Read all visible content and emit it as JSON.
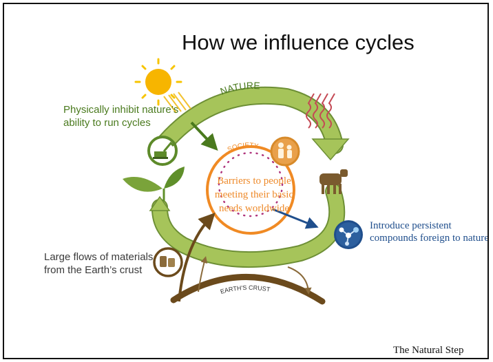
{
  "slide": {
    "title": "How we influence cycles",
    "credit": "The Natural Step"
  },
  "labels": {
    "nature": "NATURE",
    "society": "SOCIETY",
    "earths_crust": "EARTH'S CRUST"
  },
  "callouts": {
    "physically_inhibit": "Physically inhibit nature’s ability to run cycles",
    "large_flows": "Large flows of materials from the Earth’s crust",
    "persistent_compounds": "Introduce persistent compounds foreign to nature"
  },
  "center": {
    "text": "Barriers to people meeting their basic needs worldwide"
  },
  "colors": {
    "green_arrow": "#a6c45a",
    "green_text": "#4a7a1e",
    "orange": "#f08a24",
    "blue": "#1f4e8c",
    "brown": "#6b4a1c",
    "sun": "#f7b500"
  },
  "icons": [
    "sun-icon",
    "heat-waves-icon",
    "leaves-icon",
    "cow-icon",
    "excavator-icon",
    "people-icon",
    "barrels-icon",
    "molecule-icon"
  ]
}
